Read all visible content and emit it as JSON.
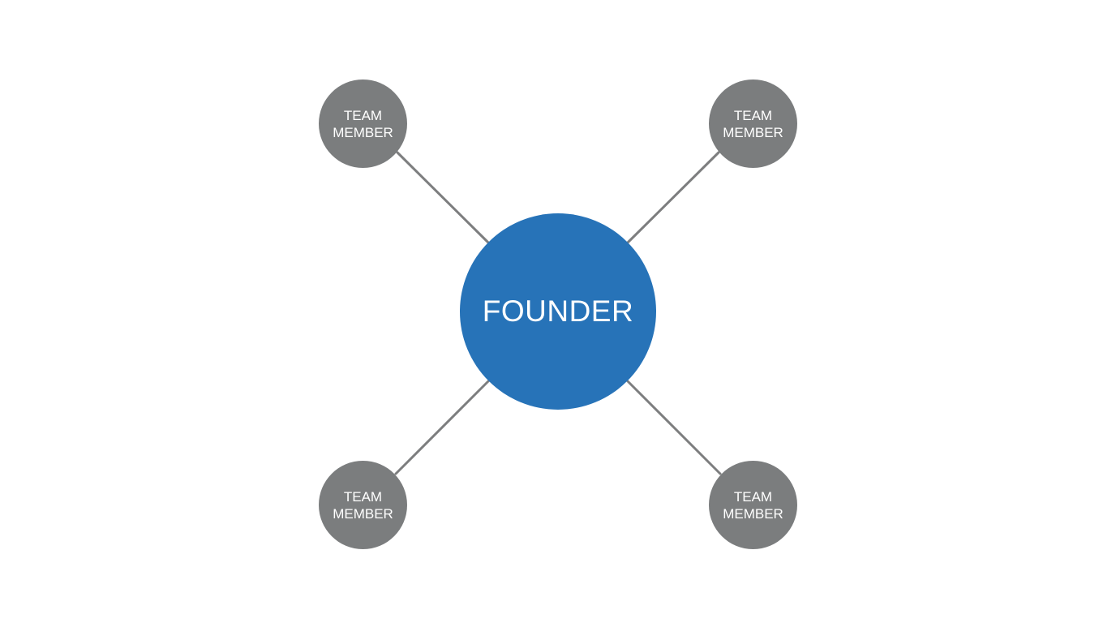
{
  "diagram": {
    "center": {
      "label": "FOUNDER"
    },
    "members": [
      {
        "label": "TEAM\nMEMBER"
      },
      {
        "label": "TEAM\nMEMBER"
      },
      {
        "label": "TEAM\nMEMBER"
      },
      {
        "label": "TEAM\nMEMBER"
      }
    ]
  },
  "colors": {
    "founder": "#2773b8",
    "member": "#7b7d7e",
    "connector": "#7d7e7f",
    "text": "#ffffff",
    "background": "#ffffff"
  }
}
